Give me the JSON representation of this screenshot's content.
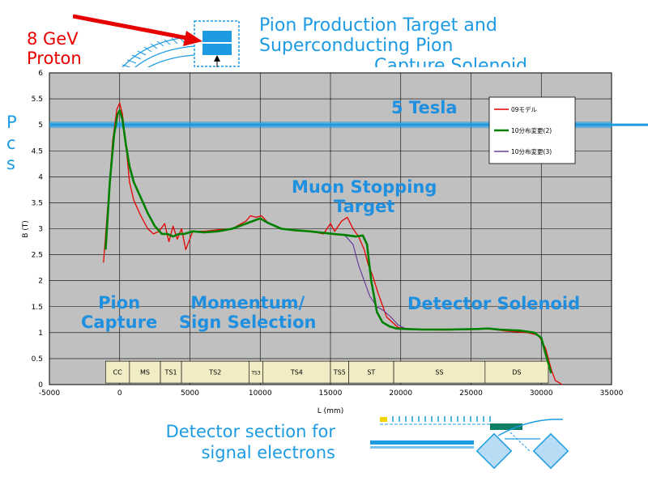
{
  "header": {
    "proton_label_line1": "8 GeV",
    "proton_label_line2": "Proton",
    "target_title_line1": "Pion Production Target and",
    "target_title_line2": "Superconducting Pion",
    "target_title_line3": "Capture Solenoid"
  },
  "side_fragments": [
    "P",
    "c",
    "s"
  ],
  "callouts": {
    "tesla": "5 Tesla",
    "muon_line1": "Muon Stopping",
    "muon_line2": "Target",
    "pion_line1": "Pion",
    "pion_line2": "Capture",
    "momentum_line1": "Momentum/",
    "momentum_line2": "Sign Selection",
    "detector_solenoid": "Detector Solenoid"
  },
  "footer": {
    "detector_line1": "Detector section for",
    "detector_line2": "signal electrons"
  },
  "colors": {
    "accent_blue": "#1c9be3",
    "plot_bg": "#c0c0c0",
    "red": "#e60000",
    "green": "#008000",
    "purple": "#6a3d9a",
    "segment_fill": "#f1ecc4"
  },
  "chart_data": {
    "type": "line",
    "xlabel": "L (mm)",
    "ylabel": "B (T)",
    "xlim": [
      -5000,
      35000
    ],
    "ylim": [
      0,
      6
    ],
    "xticks": [
      -5000,
      0,
      5000,
      10000,
      15000,
      20000,
      25000,
      30000,
      35000
    ],
    "yticks": [
      0,
      0.5,
      1,
      1.5,
      2,
      2.5,
      3,
      3.5,
      4,
      4.5,
      5,
      5.5,
      6
    ],
    "ytick_labels": [
      "0",
      "0.5",
      "1",
      "1.5",
      "2",
      "2.5",
      "3",
      "3.5",
      "4",
      "4.5",
      "5",
      "5.5",
      "6"
    ],
    "xtick_labels": [
      "-5000",
      "0",
      "5000",
      "10000",
      "15000",
      "20000",
      "25000",
      "30000",
      "35000"
    ],
    "grid": true,
    "legend_position": "top-right",
    "reference_line": {
      "y": 5.0,
      "label": "5 Tesla"
    },
    "segments": [
      {
        "label": "CC",
        "start": -1000,
        "end": 700
      },
      {
        "label": "MS",
        "start": 700,
        "end": 2900
      },
      {
        "label": "TS1",
        "start": 2900,
        "end": 4400
      },
      {
        "label": "TS2",
        "start": 4400,
        "end": 9200
      },
      {
        "label": "TS3",
        "start": 9200,
        "end": 10200
      },
      {
        "label": "TS4",
        "start": 10200,
        "end": 15000
      },
      {
        "label": "TS5",
        "start": 15000,
        "end": 16300
      },
      {
        "label": "ST",
        "start": 16300,
        "end": 19500
      },
      {
        "label": "SS",
        "start": 19500,
        "end": 26000
      },
      {
        "label": "DS",
        "start": 26000,
        "end": 30500
      }
    ],
    "series": [
      {
        "name": "09モデル",
        "color": "#e60000",
        "x": [
          -1150,
          -800,
          -500,
          -200,
          0,
          200,
          450,
          700,
          1000,
          1500,
          2000,
          2400,
          2800,
          3200,
          3500,
          3800,
          4100,
          4400,
          4700,
          5200,
          6000,
          7000,
          8000,
          9000,
          9300,
          9700,
          10100,
          10600,
          11500,
          12500,
          13500,
          14500,
          15000,
          15300,
          15800,
          16200,
          16600,
          17000,
          17400,
          17700,
          18000,
          18400,
          19000,
          19800,
          21000,
          23000,
          25000,
          26000,
          26600,
          27500,
          29000,
          29800,
          30300,
          30700,
          31000,
          31500
        ],
        "y": [
          2.35,
          3.6,
          4.7,
          5.3,
          5.42,
          5.2,
          4.6,
          3.9,
          3.55,
          3.25,
          3.0,
          2.9,
          2.95,
          3.1,
          2.75,
          3.05,
          2.8,
          3.0,
          2.6,
          2.95,
          2.95,
          2.98,
          3.0,
          3.15,
          3.25,
          3.22,
          3.25,
          3.1,
          3.0,
          2.97,
          2.95,
          2.9,
          3.1,
          2.95,
          3.15,
          3.22,
          3.0,
          2.85,
          2.6,
          2.3,
          2.1,
          1.75,
          1.3,
          1.1,
          1.06,
          1.05,
          1.06,
          1.08,
          1.06,
          1.03,
          1.0,
          0.95,
          0.7,
          0.3,
          0.08,
          0.0
        ]
      },
      {
        "name": "10分布変更(2)",
        "color": "#008000",
        "x": [
          -1000,
          -700,
          -400,
          -150,
          0,
          200,
          450,
          700,
          1000,
          1500,
          2000,
          2500,
          3000,
          3400,
          3800,
          4200,
          4600,
          5200,
          6000,
          7000,
          8000,
          9000,
          9500,
          10000,
          10500,
          11500,
          12500,
          13500,
          14500,
          15200,
          16000,
          16800,
          17300,
          17600,
          17900,
          18300,
          18700,
          19200,
          19700,
          20300,
          21500,
          23500,
          25500,
          26200,
          27000,
          28500,
          29500,
          30000,
          30300,
          30700
        ],
        "y": [
          2.6,
          3.9,
          4.8,
          5.2,
          5.28,
          5.1,
          4.6,
          4.2,
          3.9,
          3.6,
          3.3,
          3.05,
          2.9,
          2.9,
          2.85,
          2.9,
          2.9,
          2.95,
          2.93,
          2.95,
          3.0,
          3.1,
          3.15,
          3.2,
          3.12,
          3.0,
          2.97,
          2.95,
          2.92,
          2.9,
          2.88,
          2.85,
          2.87,
          2.7,
          2.0,
          1.4,
          1.2,
          1.12,
          1.08,
          1.07,
          1.06,
          1.06,
          1.07,
          1.08,
          1.06,
          1.04,
          1.0,
          0.9,
          0.6,
          0.22
        ]
      },
      {
        "name": "10分布変更(3)",
        "color": "#6a3d9a",
        "x": [
          -1000,
          -700,
          -400,
          -150,
          0,
          200,
          450,
          700,
          1000,
          1500,
          2000,
          2500,
          3000,
          3400,
          3800,
          4200,
          4600,
          5200,
          6000,
          7000,
          8000,
          9000,
          9500,
          10000,
          10500,
          11500,
          12500,
          13500,
          14500,
          15200,
          16000,
          16600,
          17000,
          17400,
          17800,
          18300,
          18800,
          19300,
          19800,
          20300,
          21500,
          23500,
          25500,
          26200,
          27000,
          28500,
          29500,
          30000,
          30300,
          30700
        ],
        "y": [
          2.6,
          3.9,
          4.8,
          5.2,
          5.28,
          5.1,
          4.6,
          4.2,
          3.9,
          3.6,
          3.3,
          3.05,
          2.9,
          2.9,
          2.85,
          2.9,
          2.9,
          2.95,
          2.93,
          2.95,
          3.0,
          3.1,
          3.15,
          3.2,
          3.12,
          3.0,
          2.97,
          2.95,
          2.92,
          2.9,
          2.88,
          2.7,
          2.3,
          2.0,
          1.7,
          1.5,
          1.42,
          1.3,
          1.15,
          1.08,
          1.06,
          1.06,
          1.07,
          1.08,
          1.06,
          1.04,
          1.0,
          0.9,
          0.6,
          0.22
        ]
      }
    ]
  }
}
